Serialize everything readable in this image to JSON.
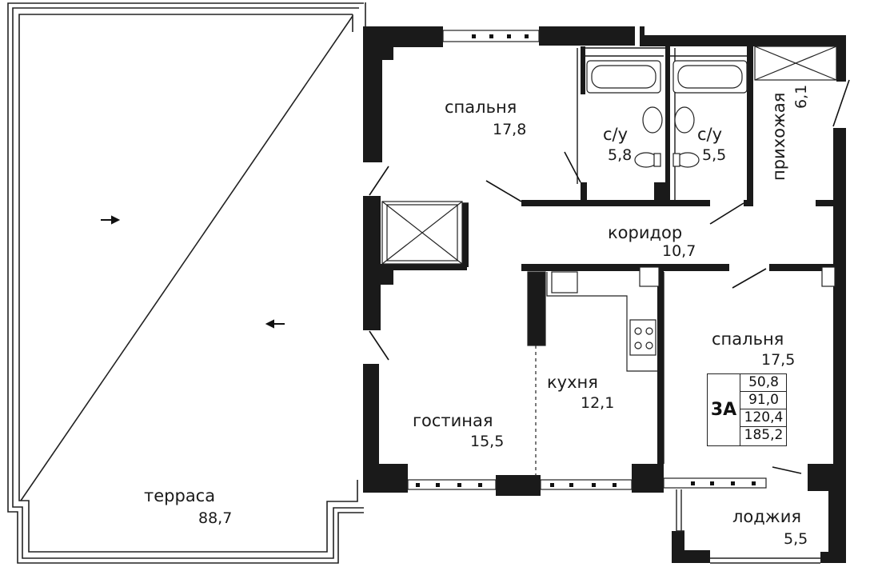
{
  "rooms": {
    "terrace": {
      "name": "терраса",
      "area": "88,7"
    },
    "bedroom1": {
      "name": "спальня",
      "area": "17,8"
    },
    "bath1": {
      "name": "с/у",
      "area": "5,8"
    },
    "bath2": {
      "name": "с/у",
      "area": "5,5"
    },
    "hallway": {
      "name": "прихожая",
      "area": "6,1"
    },
    "corridor": {
      "name": "коридор",
      "area": "10,7"
    },
    "bedroom2": {
      "name": "спальня",
      "area": "17,5"
    },
    "kitchen": {
      "name": "кухня",
      "area": "12,1"
    },
    "living": {
      "name": "гостиная",
      "area": "15,5"
    },
    "loggia": {
      "name": "лоджия",
      "area": "5,5"
    }
  },
  "summary": {
    "code": "3А",
    "values": [
      "50,8",
      "91,0",
      "120,4",
      "185,2"
    ]
  },
  "colors": {
    "wall": "#1a1a1a",
    "background": "#ffffff"
  }
}
